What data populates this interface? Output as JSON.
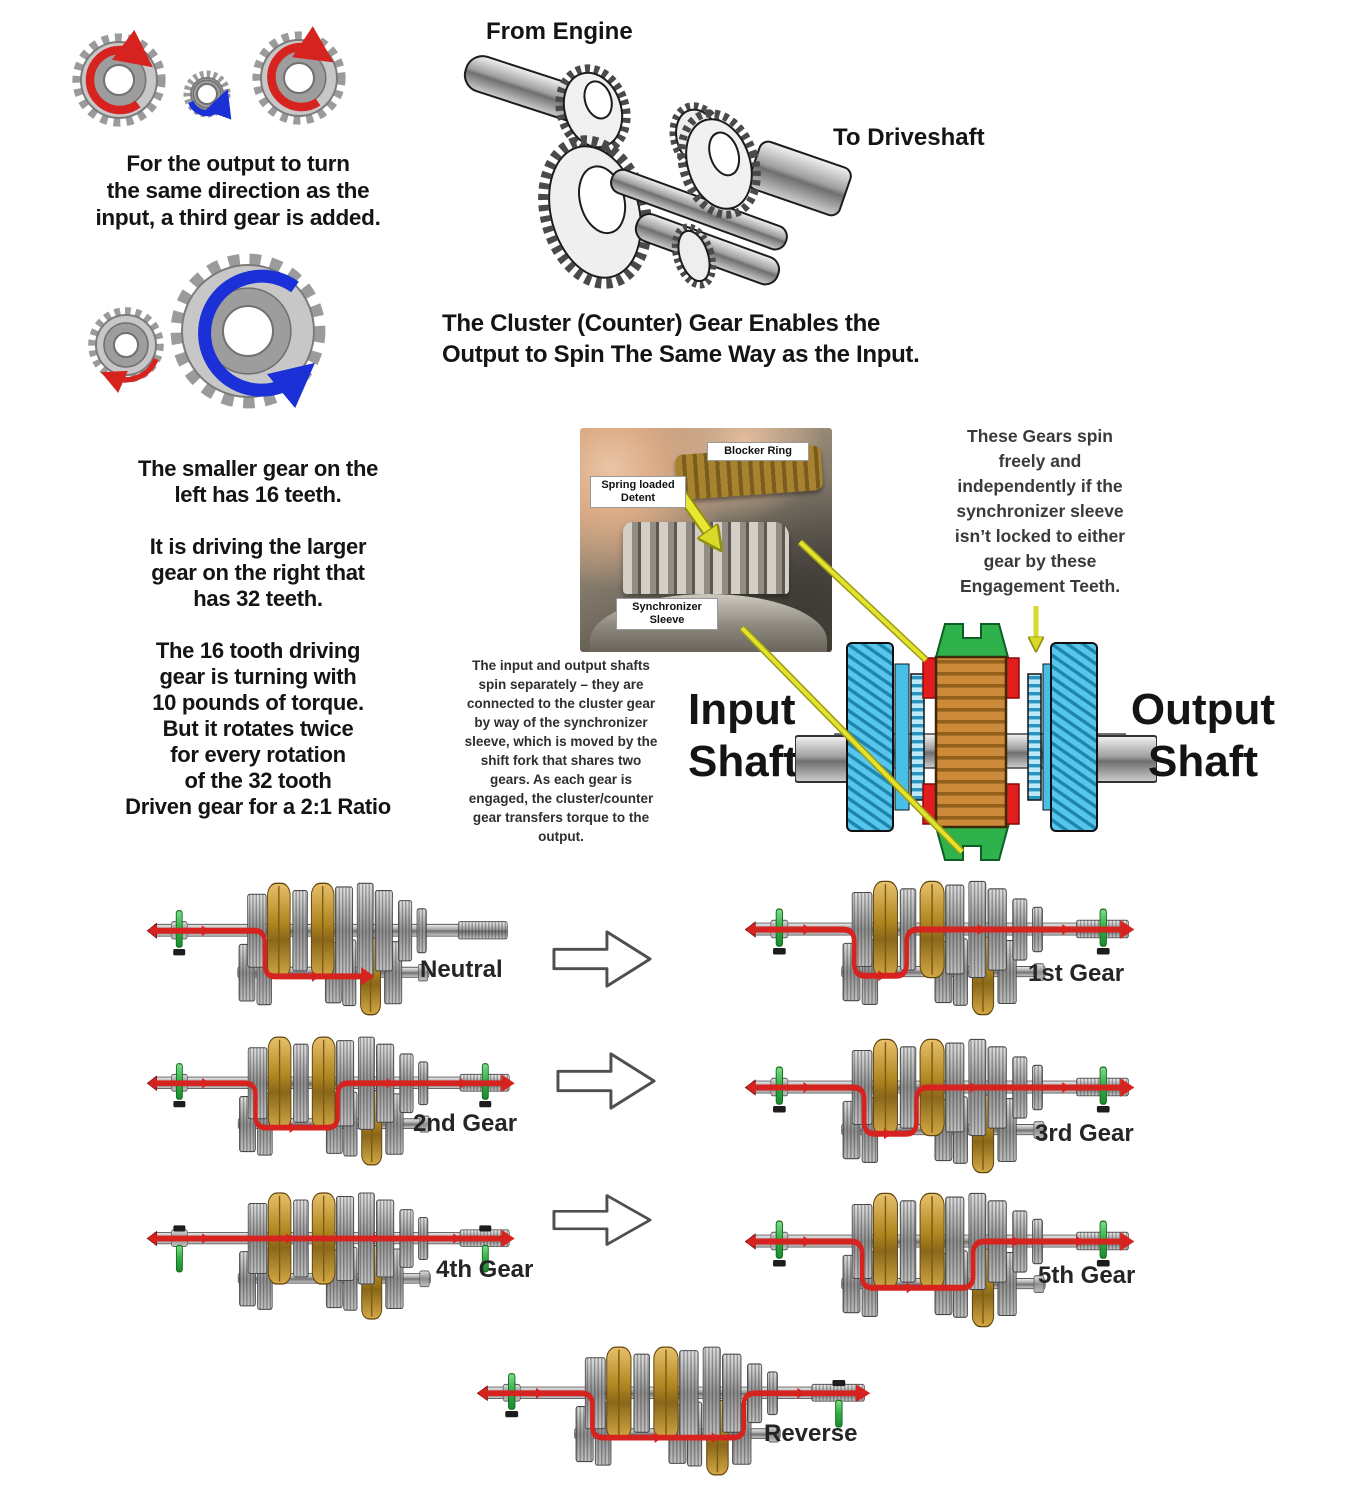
{
  "colors": {
    "red": "#d7231f",
    "blue": "#1b30d6",
    "fork_green": "#2fb14c",
    "marker_green": "#35ad46",
    "gold": "#b6892b",
    "sky_blue": "#57c6ec",
    "orange": "#c8873b",
    "blocker_red": "#e21d1d",
    "yellow": "#e3e32f"
  },
  "intro": {
    "caption": "For the output to turn\nthe same direction as the\ninput, a third gear is added."
  },
  "cluster": {
    "from_engine": "From Engine",
    "to_driveshaft": "To Driveshaft",
    "caption": "The Cluster (Counter) Gear Enables the\nOutput to Spin The Same Way as the Input."
  },
  "ratio": {
    "para1": "The smaller gear on the\nleft has 16 teeth.",
    "para2": "It is driving the larger\ngear on the right that\nhas 32 teeth.",
    "para3": "The 16 tooth driving\ngear is turning with\n10 pounds of torque.\nBut it rotates twice\nfor every rotation\nof the 32 tooth\nDriven gear for a 2:1 Ratio"
  },
  "photo": {
    "blocker_ring": "Blocker Ring",
    "spring_detent": "Spring loaded\nDetent",
    "sync_sleeve": "Synchronizer\nSleeve"
  },
  "shaft_note": "The input and output shafts\nspin separately – they are\nconnected to the cluster gear\nby way of the synchronizer\nsleeve, which is moved by the\nshift fork that shares two\ngears. As each gear is\nengaged, the cluster/counter\ngear transfers torque to the\noutput.",
  "gears_note": "These Gears spin\nfreely and\nindependently if the\nsynchronizer sleeve\nisn’t locked to either\ngear by these\nEngagement Teeth.",
  "sync_labels": {
    "input": "Input\nShaft",
    "output": "Output\nShaft"
  },
  "positions": {
    "items": [
      {
        "label": "Neutral"
      },
      {
        "label": "1st Gear"
      },
      {
        "label": "2nd Gear"
      },
      {
        "label": "3rd Gear"
      },
      {
        "label": "4th Gear"
      },
      {
        "label": "5th Gear"
      },
      {
        "label": "Reverse"
      }
    ]
  }
}
